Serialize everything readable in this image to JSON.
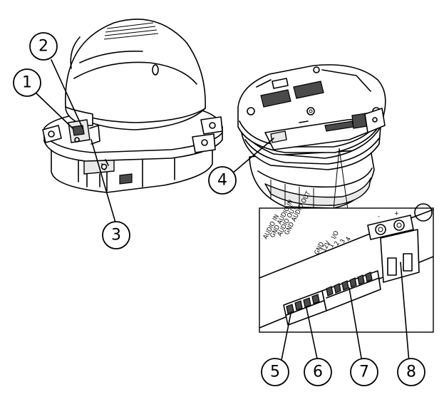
{
  "callouts": [
    {
      "id": "1",
      "label": "1"
    },
    {
      "id": "2",
      "label": "2"
    },
    {
      "id": "3",
      "label": "3"
    },
    {
      "id": "4",
      "label": "4"
    },
    {
      "id": "5",
      "label": "5"
    },
    {
      "id": "6",
      "label": "6"
    },
    {
      "id": "7",
      "label": "7"
    },
    {
      "id": "8",
      "label": "8"
    }
  ],
  "connector_labels": {
    "audio": [
      "AUDIO IN",
      "GND AUDIO IN",
      "AUDIO OUT",
      "GND AUDIO OUT"
    ],
    "io": [
      "GND",
      "12V",
      "1",
      "2",
      "3",
      "4",
      "I/O"
    ],
    "power_marks": [
      "-",
      "+"
    ]
  }
}
